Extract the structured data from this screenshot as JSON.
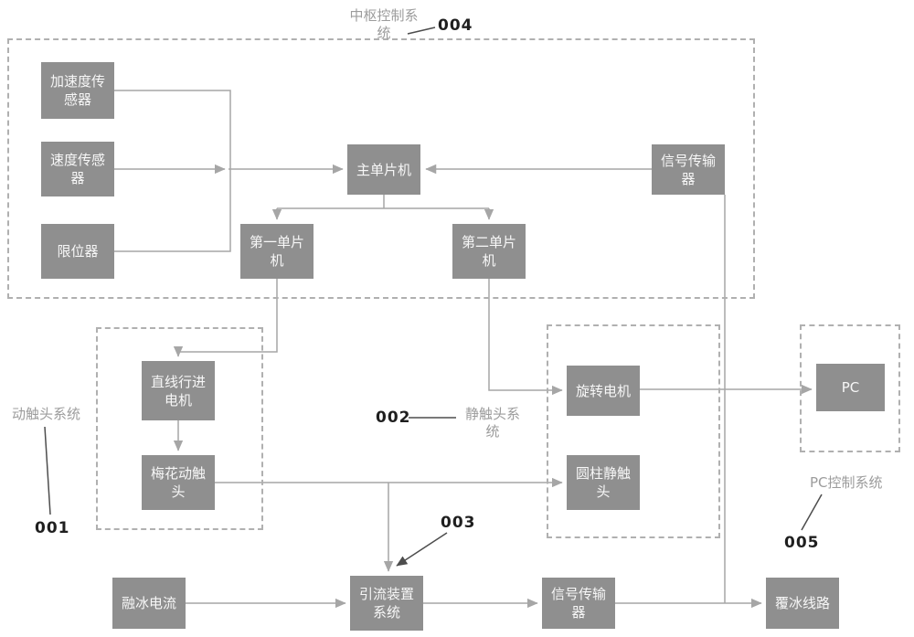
{
  "colors": {
    "background": "#ffffff",
    "node_fill": "#8f8f8f",
    "node_text": "#f7f7f7",
    "wire": "#a6a6a6",
    "frame_dash": "#b0b0b0",
    "group_label": "#9c9c9c",
    "ref_label": "#1f1f1f",
    "leader_line": "#4d4d4d"
  },
  "groups": {
    "central": {
      "label": "中枢控制系统",
      "ref": "004"
    },
    "moving_contact": {
      "label": "动触头系统",
      "ref": "001"
    },
    "static_contact": {
      "label": "静触头系统",
      "ref": "002"
    },
    "drainage": {
      "ref": "003"
    },
    "pc_control": {
      "label": "PC控制系统",
      "ref": "005"
    }
  },
  "nodes": {
    "accel_sensor": "加速度传感器",
    "speed_sensor": "速度传感器",
    "limiter": "限位器",
    "main_mcu": "主单片机",
    "signal_transmitter_top": "信号传输器",
    "first_mcu": "第一单片机",
    "second_mcu": "第二单片机",
    "linear_motor": "直线行进电机",
    "plum_moving_contact": "梅花动触头",
    "rotary_motor": "旋转电机",
    "cylindrical_static_contact": "圆柱静触头",
    "pc": "PC",
    "ice_melting_current": "融冰电流",
    "drainage_device_system": "引流装置系统",
    "signal_transmitter_bottom": "信号传输器",
    "iced_line": "覆冰线路"
  }
}
